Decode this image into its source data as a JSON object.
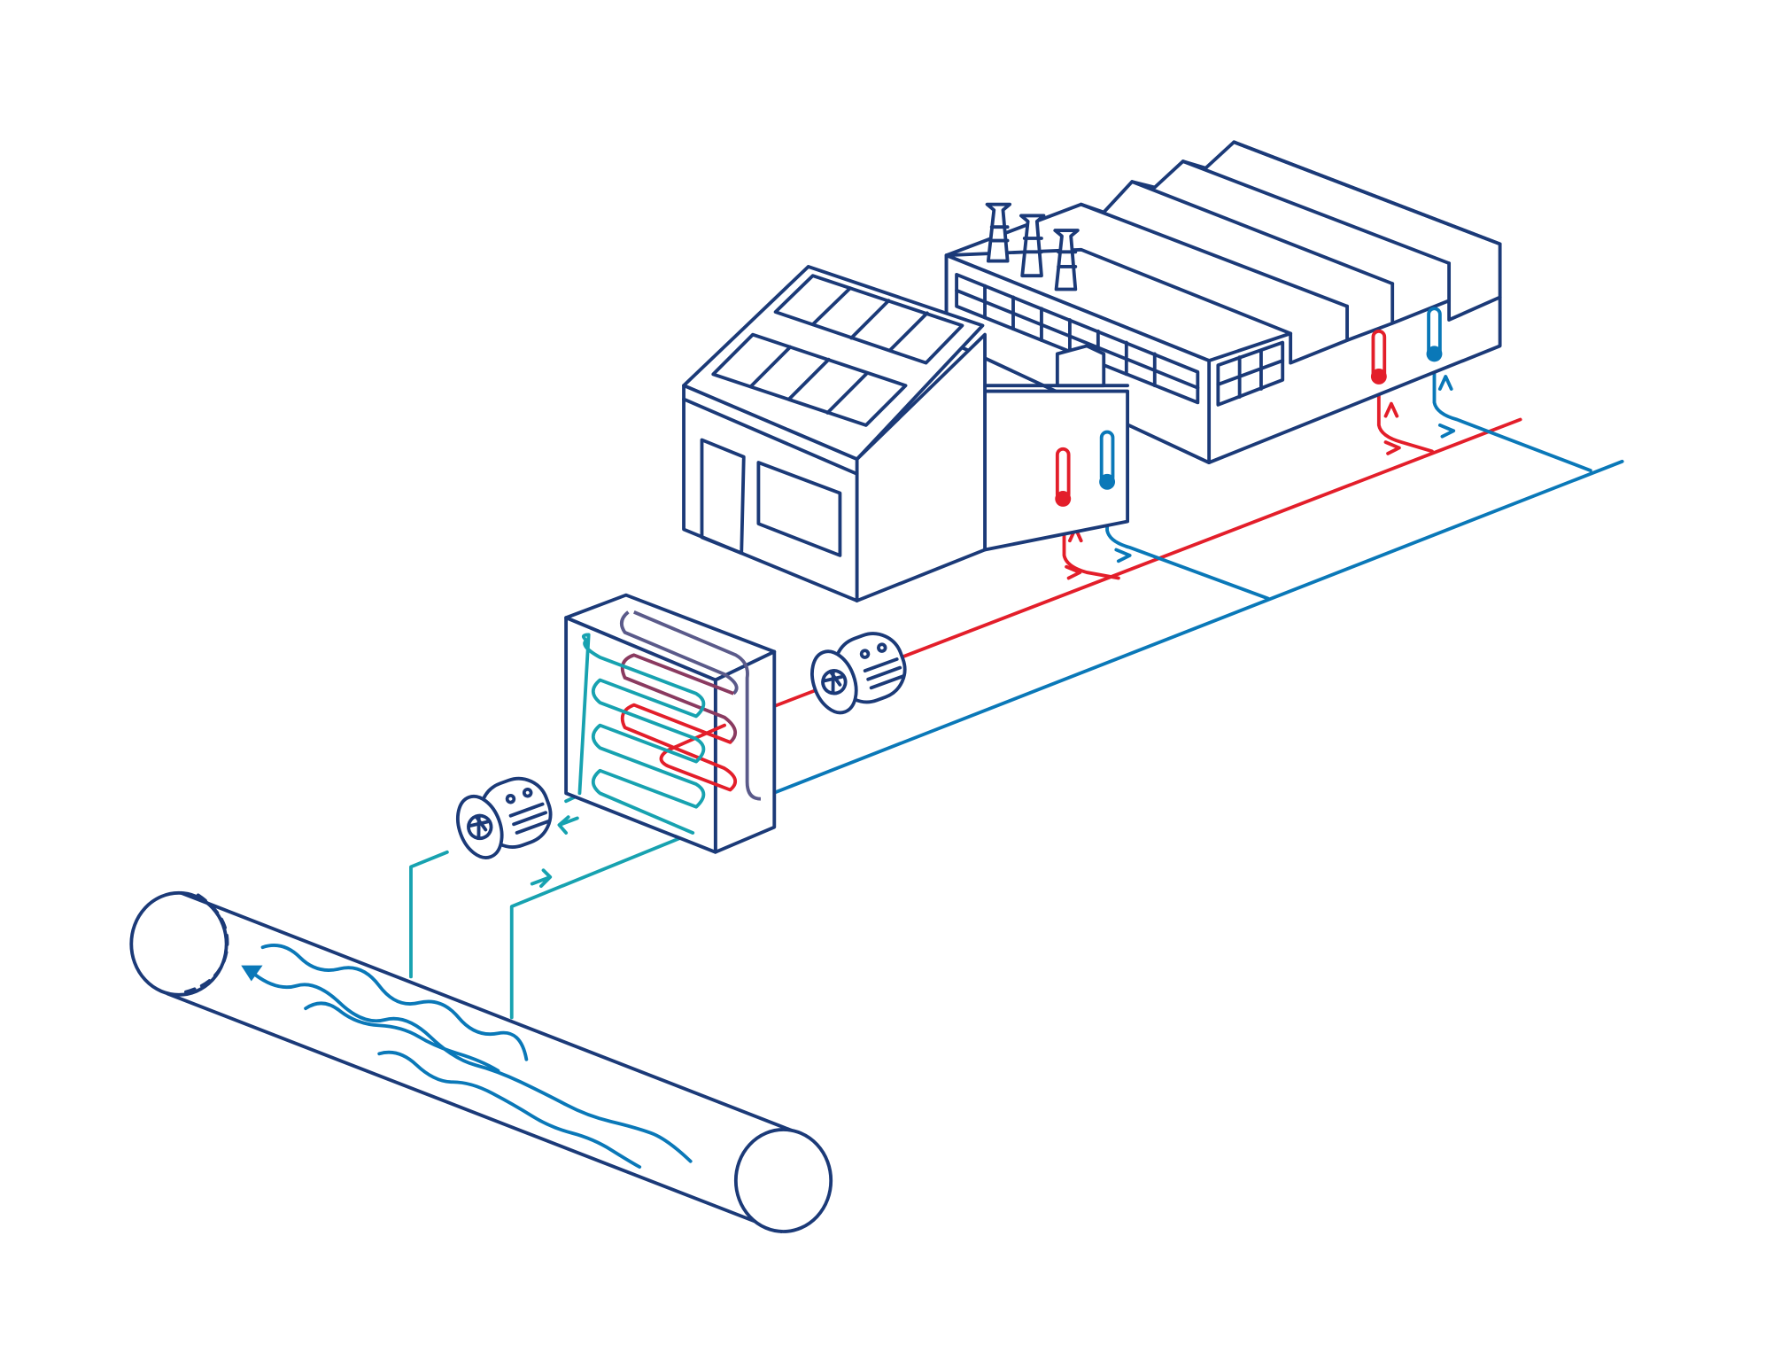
{
  "title": "",
  "colors": {
    "outline": "#1b3a78",
    "hot_supply": "#e31e2a",
    "cold_return": "#0a78b8",
    "source_loop": "#17a2b0"
  },
  "icons": [
    "sewer-pipe",
    "heat-exchanger",
    "pump",
    "office-building",
    "solar-panel",
    "factory",
    "chimney",
    "thermometer-hot",
    "thermometer-cold",
    "flow-arrow"
  ]
}
